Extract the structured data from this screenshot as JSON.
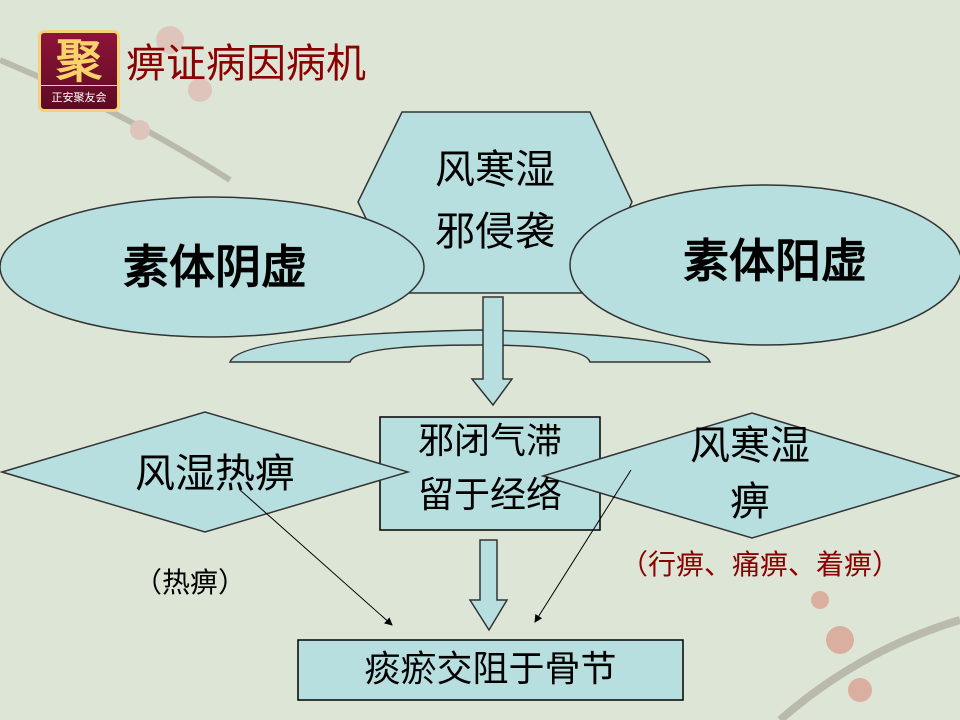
{
  "header": {
    "logo_char": "聚",
    "logo_caption": "正安聚友会",
    "title": "痹证病因病机"
  },
  "diagram": {
    "hexagon": [
      "风寒湿",
      "邪侵袭"
    ],
    "left_ellipse": "素体阴虚",
    "right_ellipse": "素体阳虚",
    "center_box": [
      "邪闭气滞",
      "留于经络"
    ],
    "left_diamond": "风湿热痹",
    "right_diamond": [
      "风寒湿",
      "痹"
    ],
    "left_note": "（热痹）",
    "right_note": "（行痹、痛痹、着痹）",
    "bottom_box": "痰瘀交阻于骨节"
  },
  "colors": {
    "background": "#dde6d6",
    "shape_fill": "#b8dfe0",
    "title": "#8b0000",
    "note_red": "#8b0000"
  }
}
